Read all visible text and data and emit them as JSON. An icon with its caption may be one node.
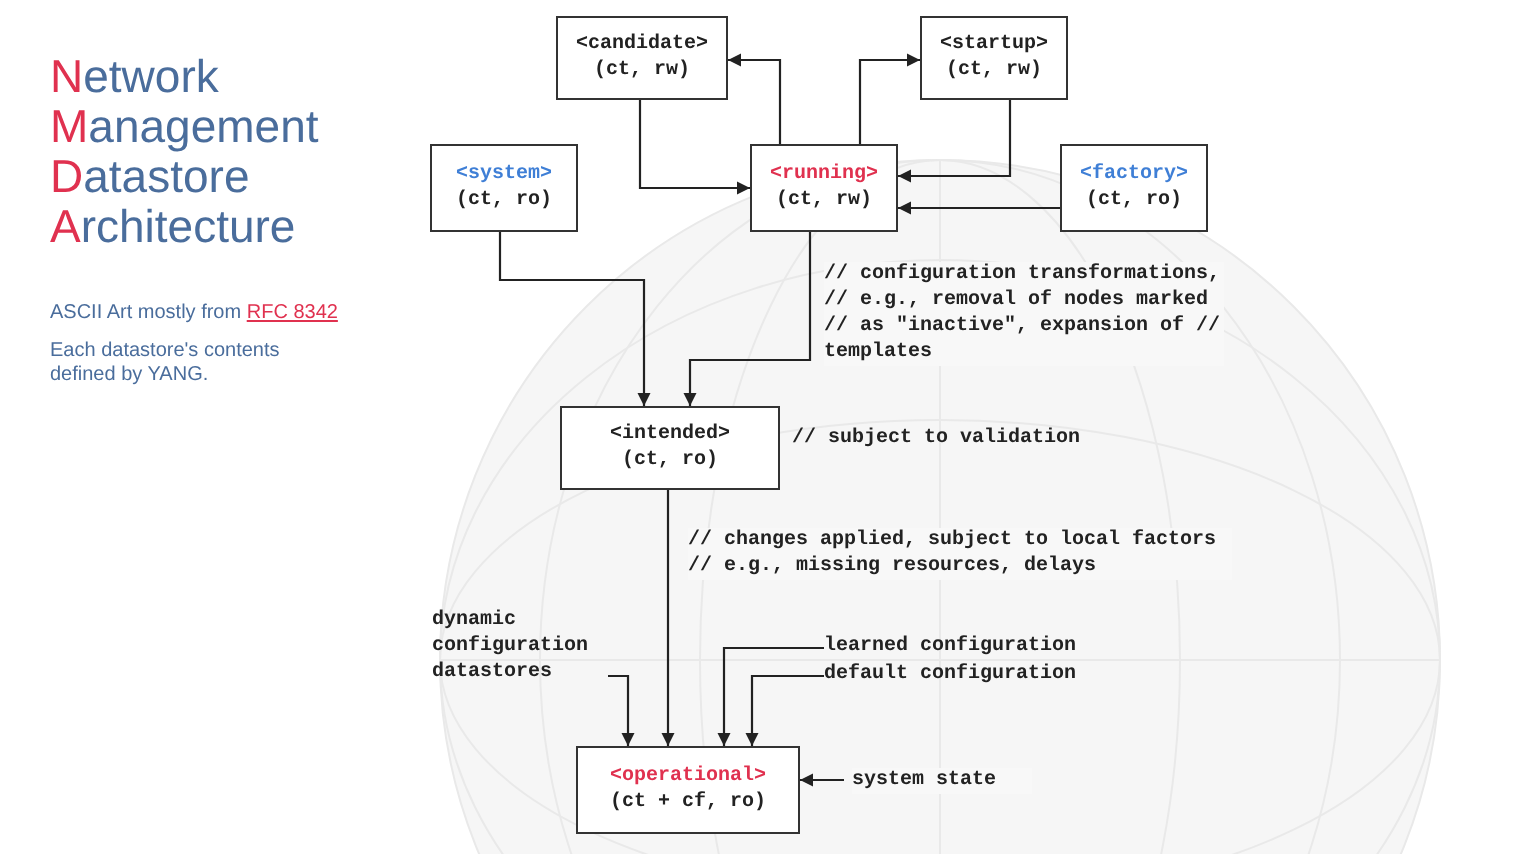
{
  "diagram": {
    "title": "Network Management Datastore Architecture",
    "nodes": [
      {
        "text": [
          "<candidate>",
          "(ct, rw)"
        ]
      },
      {
        "text": [
          "<startup>",
          "(ct, rw)"
        ]
      },
      {
        "text": [
          "<system>",
          "(ct, ro)"
        ]
      },
      {
        "text": [
          "<running>",
          "(ct, rw)"
        ]
      },
      {
        "text": [
          "<factory>",
          "(ct, ro)"
        ]
      },
      {
        "text": [
          "<intended>",
          "(ct, ro)"
        ],
        "beside": [
          "// subject to validation"
        ]
      },
      {
        "text": [
          "<operational>",
          "(ct + cf, ro)"
        ]
      },
      {
        "text": [
          "dynamic configuration datastores"
        ]
      },
      {
        "text": [
          "learned configuration"
        ]
      },
      {
        "text": [
          "default configuration"
        ]
      }
    ],
    "edges": [
      {
        "from": 0,
        "to": 3,
        "arrow": "to"
      },
      {
        "from": 3,
        "to": 0,
        "arrow": "to"
      },
      {
        "from": 3,
        "to": 1,
        "arrow": "to"
      },
      {
        "from": 1,
        "to": 3,
        "arrow": "to"
      },
      {
        "from": 4,
        "to": 3,
        "arrow": "to"
      },
      {
        "from": 2,
        "to": 5,
        "arrow": "to"
      },
      {
        "from": 3,
        "to": 5,
        "arrow": "to",
        "label": "// configuration transformations, // e.g., removal of nodes marked // as \"inactive\", expansion of // templates"
      },
      {
        "from": 5,
        "to": 6,
        "arrow": "to",
        "label": "// changes applied, subject to local factors // e.g., missing resources, delays"
      },
      {
        "from": 7,
        "to": 6,
        "arrow": "to"
      },
      {
        "from": 8,
        "to": 6,
        "arrow": "to"
      },
      {
        "from": 9,
        "to": 6,
        "arrow": "to"
      },
      {
        "from": null,
        "to": 6,
        "arrow": "to",
        "label": "system state"
      }
    ],
    "labels": [
      "ASCII Art mostly from",
      "RFC 8342",
      "Each datastore's contents defined by YANG."
    ]
  }
}
